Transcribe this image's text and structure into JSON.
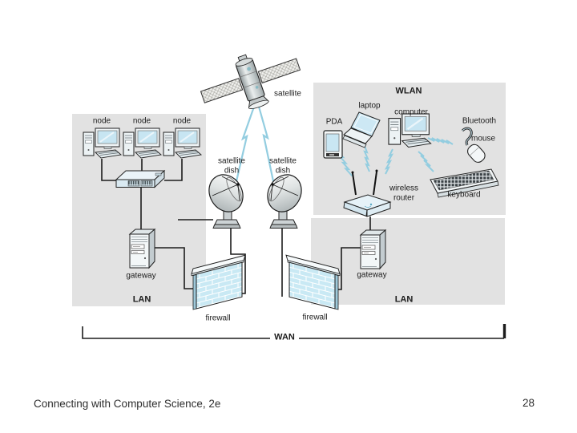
{
  "slide": {
    "footer_title": "Connecting with Computer Science, 2e",
    "page_number": "28"
  },
  "diagram": {
    "satellite": "satellite",
    "dish_left": {
      "line1": "satellite",
      "line2": "dish"
    },
    "dish_right": {
      "line1": "satellite",
      "line2": "dish"
    },
    "lan_left": {
      "title": "LAN",
      "nodes": [
        "node",
        "node",
        "node"
      ],
      "gateway": "gateway",
      "firewall": "firewall"
    },
    "wlan": {
      "title": "WLAN",
      "pda": "PDA",
      "laptop": "laptop",
      "computer": "computer",
      "bluetooth": "Bluetooth",
      "mouse": "mouse",
      "router": {
        "line1": "wireless",
        "line2": "router"
      },
      "keyboard": "keyboard"
    },
    "lan_right": {
      "title": "LAN",
      "gateway": "gateway",
      "firewall": "firewall"
    },
    "wan": "WAN"
  },
  "colors": {
    "panel_gray": "#e2e2e2",
    "signal_blue": "#93cde0",
    "brick_blue": "#c9e9f4",
    "screen_blue": "#c7e5f2",
    "line_black": "#1c1c1c"
  }
}
